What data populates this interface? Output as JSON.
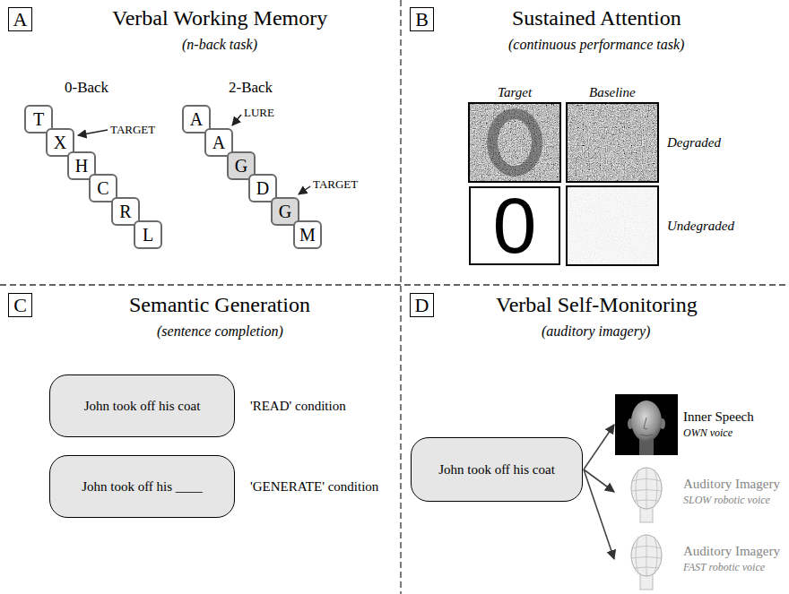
{
  "diagram": {
    "nodes": [
      {
        "text": [
          "A"
        ]
      },
      {
        "text": [
          "T"
        ]
      },
      {
        "text": [
          "X"
        ]
      },
      {
        "text": [
          "H"
        ]
      },
      {
        "text": [
          "C"
        ]
      },
      {
        "text": [
          "R"
        ]
      },
      {
        "text": [
          "L"
        ]
      },
      {
        "text": [
          "A"
        ]
      },
      {
        "text": [
          "A"
        ]
      },
      {
        "text": [
          "G"
        ]
      },
      {
        "text": [
          "D"
        ]
      },
      {
        "text": [
          "G"
        ]
      },
      {
        "text": [
          "M"
        ]
      },
      {
        "text": [
          "B"
        ]
      },
      {
        "text": [
          "0"
        ]
      },
      {
        "text": [
          "C"
        ]
      },
      {
        "text": [
          "John took off his coat",
          "'READ' condition"
        ]
      },
      {
        "text": [
          "John took off his ____",
          "'GENERATE' condition"
        ]
      },
      {
        "text": [
          "D"
        ]
      },
      {
        "text": [
          "John took off his coat"
        ]
      },
      {
        "text": [
          "Inner Speech",
          "OWN voice"
        ]
      },
      {
        "text": [
          "Auditory Imagery",
          "SLOW robotic voice"
        ]
      },
      {
        "text": [
          "Auditory Imagery",
          "FAST robotic voice"
        ]
      }
    ],
    "edges": [
      {
        "from": 19,
        "to": 20,
        "arrow": "to"
      },
      {
        "from": 19,
        "to": 21,
        "arrow": "to"
      },
      {
        "from": 19,
        "to": 22,
        "arrow": "to"
      }
    ],
    "labels": [
      "Verbal Working Memory",
      "(n-back task)",
      "0-Back",
      "2-Back",
      "TARGET",
      "LURE",
      "TARGET",
      "Sustained Attention",
      "(continuous performance task)",
      "Target",
      "Baseline",
      "Degraded",
      "Undegraded",
      "Semantic Generation",
      "(sentence completion)",
      "Verbal Self-Monitoring",
      "(auditory imagery)"
    ]
  }
}
